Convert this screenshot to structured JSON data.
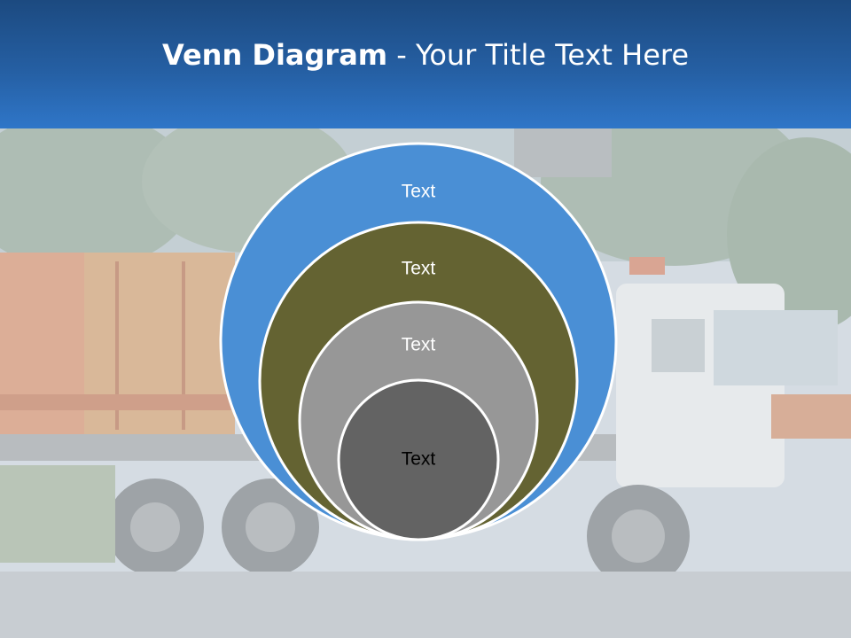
{
  "slide": {
    "title_bold": "Venn Diagram",
    "title_rest": " - Your Title Text Here",
    "background_photo": "garbage-truck-photo",
    "header_color": "#2566b0"
  },
  "diagram": {
    "type": "nested-circles",
    "rings": [
      {
        "label": "Text",
        "color": "#4a8fd5",
        "text_color": "#ffffff"
      },
      {
        "label": "Text",
        "color": "#646332",
        "text_color": "#ffffff"
      },
      {
        "label": "Text",
        "color": "#979797",
        "text_color": "#ffffff"
      },
      {
        "label": "Text",
        "color": "#636363",
        "text_color": "#000000"
      }
    ]
  }
}
